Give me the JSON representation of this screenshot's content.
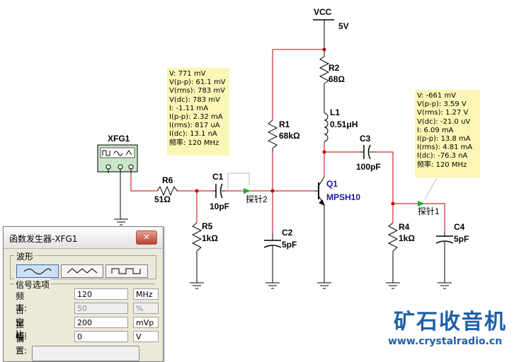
{
  "schematic": {
    "vcc_label": "VCC",
    "vcc_value": "5V",
    "r1": {
      "ref": "R1",
      "value": "68kΩ"
    },
    "r2": {
      "ref": "R2",
      "value": "68Ω"
    },
    "r4": {
      "ref": "R4",
      "value": "1kΩ"
    },
    "r5": {
      "ref": "R5",
      "value": "1kΩ"
    },
    "r6": {
      "ref": "R6",
      "value": "51Ω"
    },
    "l1": {
      "ref": "L1",
      "value": "0.51μH"
    },
    "c1": {
      "ref": "C1",
      "value": "10pF"
    },
    "c2": {
      "ref": "C2",
      "value": "5pF"
    },
    "c3": {
      "ref": "C3",
      "value": "100pF"
    },
    "c4": {
      "ref": "C4",
      "value": "5pF"
    },
    "q1": {
      "ref": "Q1",
      "value": "MPSH10"
    },
    "xfg1": "XFG1",
    "probe2_label": "探针2",
    "probe1_label": "探针1",
    "colors": {
      "wire": "#c00000",
      "component": "#000000",
      "probe": "#22aa22",
      "note_bg": "#fbf6b5"
    }
  },
  "probe2_readout": [
    "V: 771 mV",
    "V(p-p): 61.1 mV",
    "V(rms): 783 mV",
    "V(dc): 783 mV",
    "I: -1.11 mA",
    "I(p-p): 2.32 mA",
    "I(rms): 817 uA",
    "I(dc): 13.1 nA",
    "频率: 120 MHz"
  ],
  "probe1_readout": [
    "V: -661 mV",
    "V(p-p): 3.59 V",
    "V(rms): 1.27 V",
    "V(dc): -21.0 uV",
    "I: 6.09 mA",
    "I(p-p): 13.8 mA",
    "I(rms): 4.81 mA",
    "I(dc): -76.3 nA",
    "频率: 120 MHz"
  ],
  "function_generator": {
    "title": "函数发生器-XFG1",
    "close": "✕",
    "waveform_group": "波形",
    "waveforms": [
      "sine-wave-icon",
      "triangle-wave-icon",
      "square-wave-icon"
    ],
    "signal_group": "信号选项",
    "fields": [
      {
        "label": "频率:",
        "value": "120",
        "unit": "MHz",
        "enabled": true
      },
      {
        "label": "占空比:",
        "value": "50",
        "unit": "%",
        "enabled": false
      },
      {
        "label": "振幅:",
        "value": "200",
        "unit": "mVp",
        "enabled": true
      },
      {
        "label": "偏置:",
        "value": "0",
        "unit": "V",
        "enabled": true
      }
    ]
  },
  "watermark": {
    "logo": "矿石收音机",
    "url": "www.crystalradio.cn"
  }
}
